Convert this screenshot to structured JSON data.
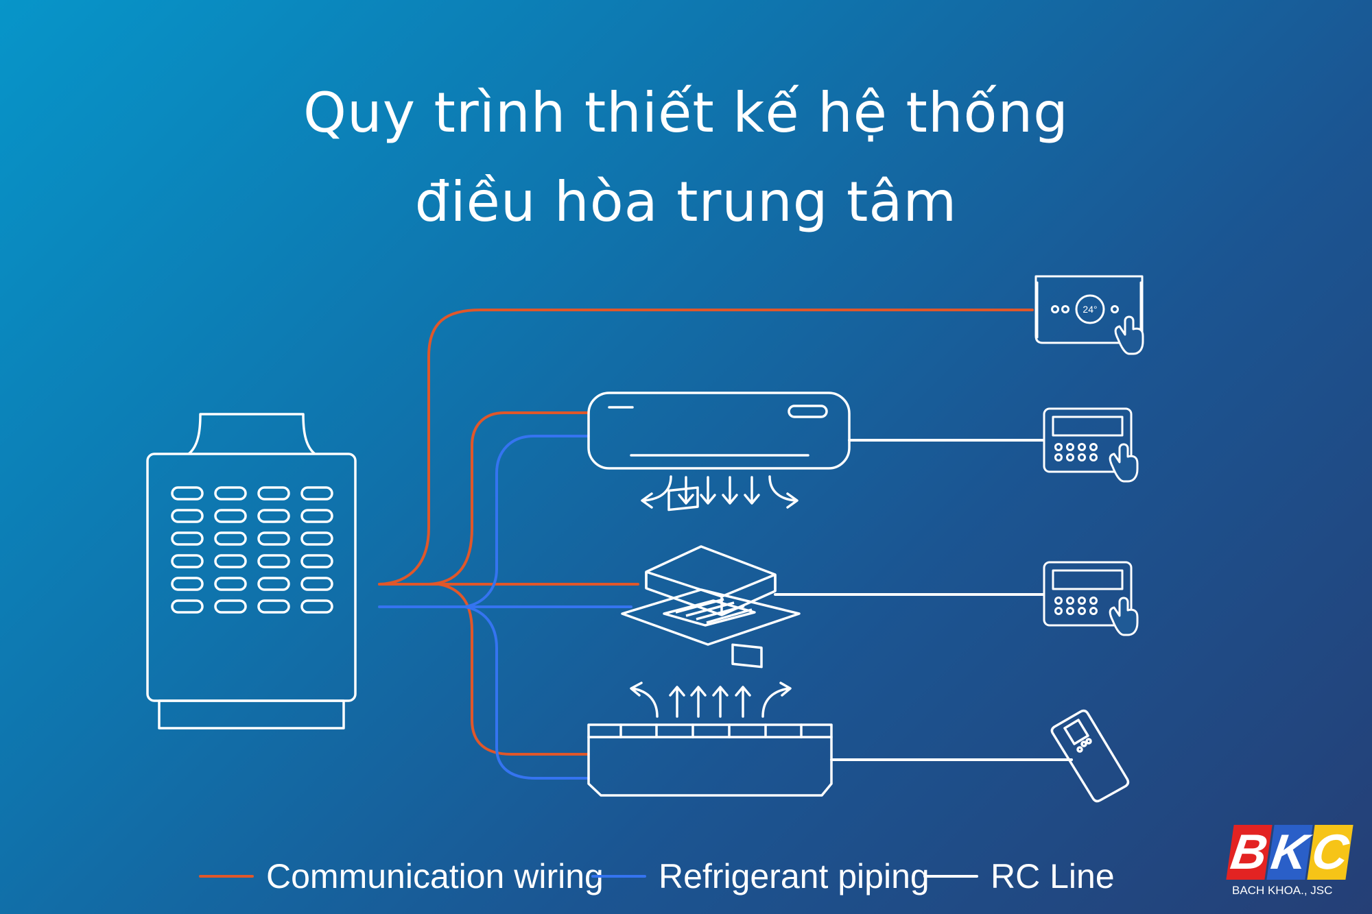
{
  "title": {
    "line1": "Quy trình thiết kế hệ thống",
    "line2": "điều hòa trung tâm"
  },
  "thermostat": {
    "temperature": "24°"
  },
  "legend": [
    {
      "label": "Communication wiring",
      "color": "#e0572a"
    },
    {
      "label": "Refrigerant piping",
      "color": "#3574f0"
    },
    {
      "label": "RC Line",
      "color": "#ffffff"
    }
  ],
  "logo": {
    "letters": [
      "B",
      "K",
      "C"
    ],
    "letter_colors": [
      "#e32322",
      "#2a5fc8",
      "#f6c417"
    ],
    "subtitle": "BACH KHOA., JSC"
  },
  "icons": {
    "outdoor_unit": "outdoor-condenser-icon",
    "wall_unit": "wall-mounted-ac-icon",
    "cassette_unit": "ceiling-cassette-icon",
    "floor_unit": "floor-ceiling-unit-icon",
    "thermostat": "touch-thermostat-icon",
    "wired_controller": "wired-controller-icon",
    "remote": "remote-control-icon"
  }
}
